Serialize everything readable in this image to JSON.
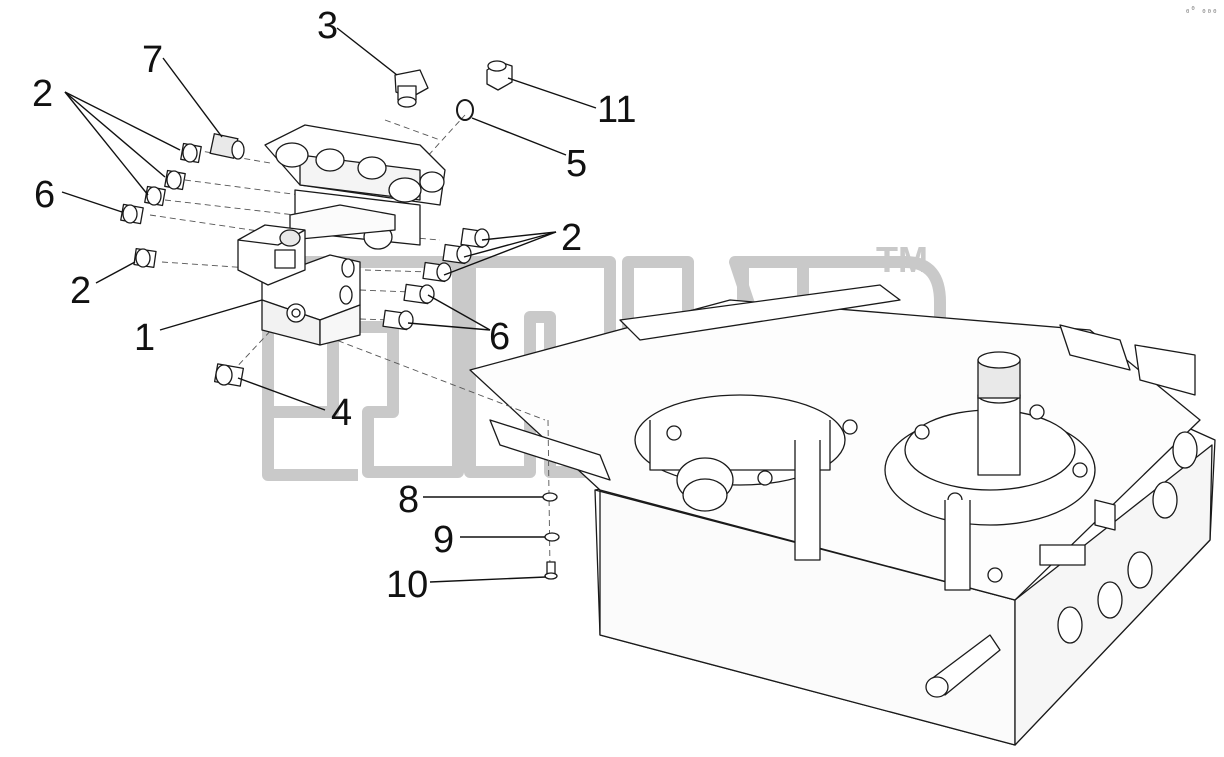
{
  "diagram": {
    "callouts": [
      {
        "id": "c7",
        "label": "7"
      },
      {
        "id": "c3",
        "label": "3"
      },
      {
        "id": "c2a",
        "label": "2"
      },
      {
        "id": "c11",
        "label": "11"
      },
      {
        "id": "c5",
        "label": "5"
      },
      {
        "id": "c6a",
        "label": "6"
      },
      {
        "id": "c2b",
        "label": "2"
      },
      {
        "id": "c2c",
        "label": "2"
      },
      {
        "id": "c1",
        "label": "1"
      },
      {
        "id": "c6b",
        "label": "6"
      },
      {
        "id": "c4",
        "label": "4"
      },
      {
        "id": "c8",
        "label": "8"
      },
      {
        "id": "c9",
        "label": "9"
      },
      {
        "id": "c10",
        "label": "10"
      }
    ],
    "watermark": {
      "tm": "TM"
    },
    "corner_code": "₀⁰ ₀₀₀"
  }
}
